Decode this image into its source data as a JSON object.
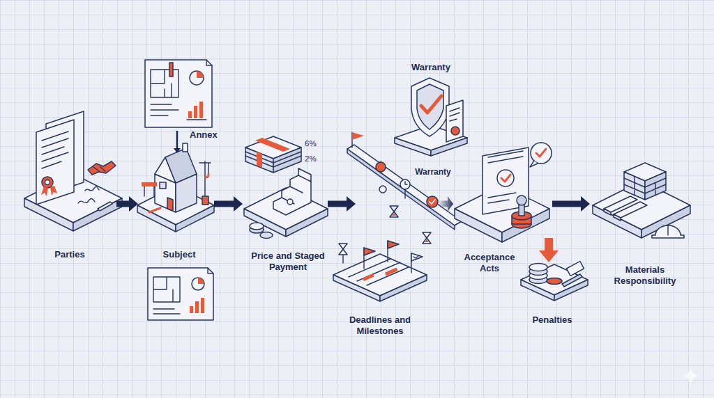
{
  "diagram": {
    "nodes": [
      {
        "text": [
          "Parties"
        ]
      },
      {
        "text": [
          "Annex"
        ]
      },
      {
        "text": [
          "Subject"
        ]
      },
      {
        "text": [
          "Price and Staged Payment"
        ]
      },
      {
        "text": [
          "Warranty"
        ]
      },
      {
        "text": [
          "Deadlines and Milestones"
        ]
      },
      {
        "text": [
          "Acceptance Acts"
        ]
      },
      {
        "text": [
          "Penalties"
        ]
      },
      {
        "text": [
          "Materials Responsibility"
        ]
      }
    ],
    "edges": [
      {
        "from": 0,
        "to": 2,
        "arrow": "to"
      },
      {
        "from": 1,
        "to": 2,
        "arrow": "to"
      },
      {
        "from": 2,
        "to": 3,
        "arrow": "to"
      },
      {
        "from": 3,
        "to": 5,
        "arrow": "to"
      },
      {
        "from": 5,
        "to": 6,
        "arrow": "to"
      },
      {
        "from": 6,
        "to": 8,
        "arrow": "to"
      }
    ],
    "labels": [
      "6%",
      "2%",
      "Warranty"
    ]
  }
}
